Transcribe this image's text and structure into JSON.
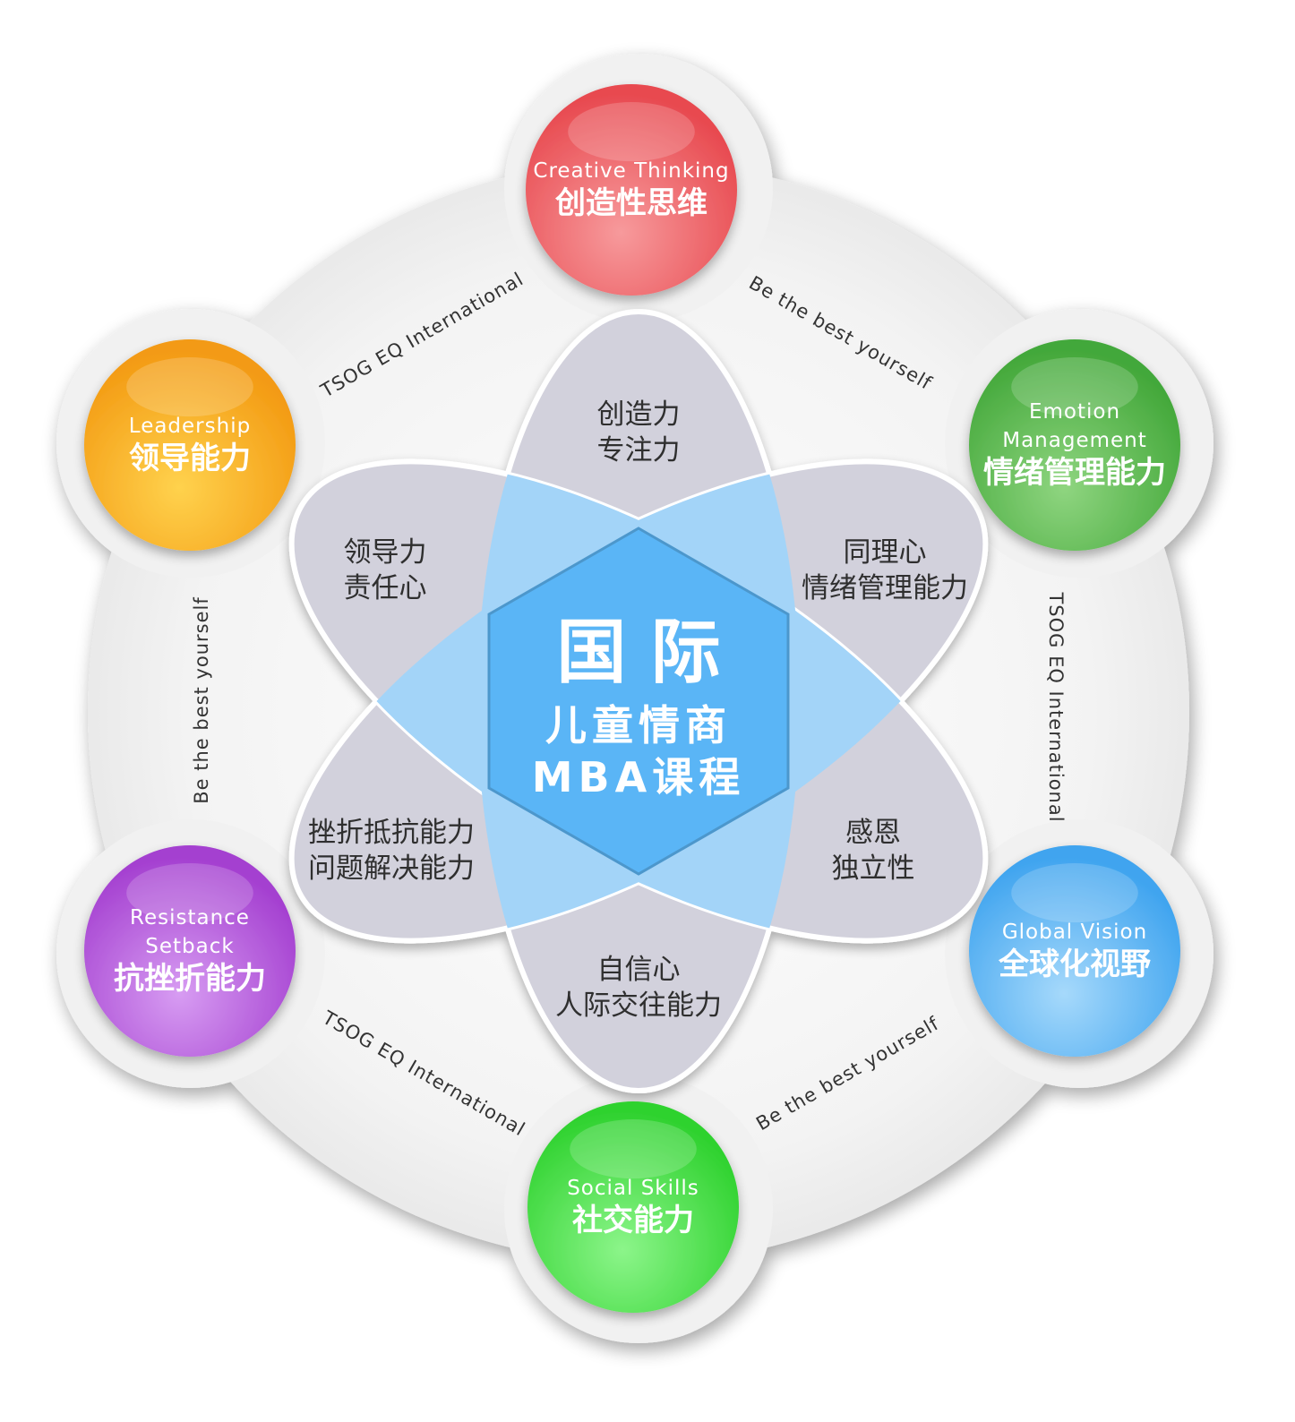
{
  "center": {
    "title": "国 际",
    "line2": "儿童情商",
    "line3": "MBA课程"
  },
  "petals": [
    {
      "id": "top",
      "line1": "创造力",
      "line2": "专注力"
    },
    {
      "id": "upper-right",
      "line1": "同理心",
      "line2": "情绪管理能力"
    },
    {
      "id": "lower-right",
      "line1": "感恩",
      "line2": "独立性"
    },
    {
      "id": "bottom",
      "line1": "自信心",
      "line2": "人际交往能力"
    },
    {
      "id": "lower-left",
      "line1": "挫折抵抗能力",
      "line2": "问题解决能力"
    },
    {
      "id": "upper-left",
      "line1": "领导力",
      "line2": "责任心"
    }
  ],
  "nodes": [
    {
      "id": "creative-thinking",
      "en": [
        "Creative Thinking"
      ],
      "zh": "创造性思维",
      "color": "#e84a50",
      "light": "#f79a9c"
    },
    {
      "id": "emotion-management",
      "en": [
        "Emotion",
        "Management"
      ],
      "zh": "情绪管理能力",
      "color": "#43a83a",
      "light": "#8fd580"
    },
    {
      "id": "global-vision",
      "en": [
        "Global Vision"
      ],
      "zh": "全球化视野",
      "color": "#3fa4ef",
      "light": "#a6d9fb"
    },
    {
      "id": "social-skills",
      "en": [
        "Social Skills"
      ],
      "zh": "社交能力",
      "color": "#2fd22f",
      "light": "#8cf58a"
    },
    {
      "id": "resistance-setback",
      "en": [
        "Resistance",
        "Setback"
      ],
      "zh": "抗挫折能力",
      "color": "#a43fd0",
      "light": "#d79cf2"
    },
    {
      "id": "leadership",
      "en": [
        "Leadership"
      ],
      "zh": "领导能力",
      "color": "#f39a12",
      "light": "#ffd24d"
    }
  ],
  "orbit_labels": [
    {
      "id": "top-left",
      "text": "TSOG EQ International"
    },
    {
      "id": "top-right",
      "text": "Be the best yourself"
    },
    {
      "id": "right",
      "text": "TSOG EQ International"
    },
    {
      "id": "bottom-right",
      "text": "Be the best yourself"
    },
    {
      "id": "bottom-left",
      "text": "TSOG EQ International"
    },
    {
      "id": "left",
      "text": "Be the best yourself"
    }
  ],
  "colors": {
    "ring": "#f0f0f0",
    "petal": "#d2d1dc",
    "overlap": "#a3d4f8",
    "hexagon": "#5ab5f6"
  }
}
